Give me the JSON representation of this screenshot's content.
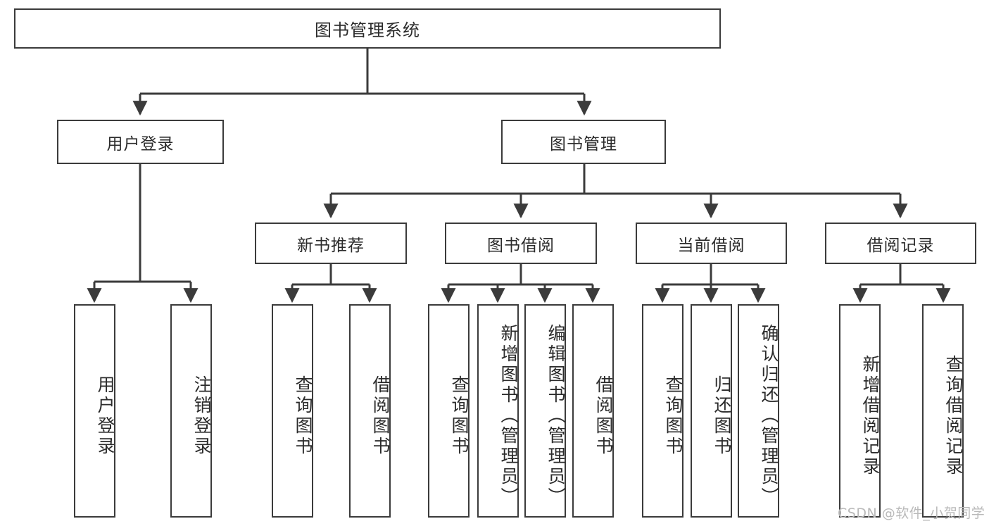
{
  "diagram": {
    "title": "图书管理系统",
    "type": "tree-hierarchy",
    "watermark": "CSDN @软件_小贺同学",
    "colors": {
      "border": "#3b3b3b",
      "background": "#ffffff",
      "text": "#2b2b2b",
      "watermark": "#b9b9b9"
    },
    "root": {
      "label": "图书管理系统"
    },
    "level2": [
      {
        "id": "user-login",
        "label": "用户登录"
      },
      {
        "id": "book-manage",
        "label": "图书管理"
      }
    ],
    "level3": [
      {
        "id": "new-book-rec",
        "label": "新书推荐"
      },
      {
        "id": "book-borrow",
        "label": "图书借阅"
      },
      {
        "id": "current-borrow",
        "label": "当前借阅"
      },
      {
        "id": "borrow-record",
        "label": "借阅记录"
      }
    ],
    "leaves": {
      "user_login": [
        {
          "id": "leaf-user-login",
          "label": "用户登录"
        },
        {
          "id": "leaf-logout-login",
          "label": "注销登录"
        }
      ],
      "new_book_rec": [
        {
          "id": "leaf-query-book-1",
          "label": "查询图书"
        },
        {
          "id": "leaf-borrow-book-1",
          "label": "借阅图书"
        }
      ],
      "book_borrow": [
        {
          "id": "leaf-query-book-2",
          "label": "查询图书"
        },
        {
          "id": "leaf-add-book",
          "label": "新增图书（管理员）"
        },
        {
          "id": "leaf-edit-book",
          "label": "编辑图书（管理员）"
        },
        {
          "id": "leaf-borrow-book-2",
          "label": "借阅图书"
        }
      ],
      "current_borrow": [
        {
          "id": "leaf-query-book-3",
          "label": "查询图书"
        },
        {
          "id": "leaf-return-book",
          "label": "归还图书"
        },
        {
          "id": "leaf-confirm-return",
          "label": "确认归还（管理员）"
        }
      ],
      "borrow_record": [
        {
          "id": "leaf-add-record",
          "label": "新增借阅记录"
        },
        {
          "id": "leaf-query-record",
          "label": "查询借阅记录"
        }
      ]
    }
  }
}
